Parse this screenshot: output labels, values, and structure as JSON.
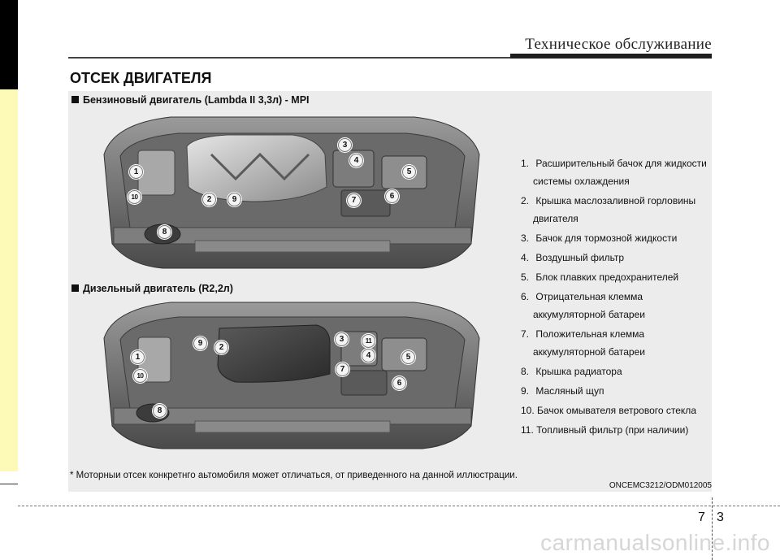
{
  "header": {
    "section_title": "Техническое обслуживание",
    "page_heading": "ОТСЕК ДВИГАТЕЛЯ"
  },
  "engines": [
    {
      "title": "Бензиновый двигатель (Lambda II 3,3л) - MPI",
      "callouts": [
        "1",
        "10",
        "2",
        "9",
        "3",
        "4",
        "5",
        "7",
        "6",
        "8"
      ]
    },
    {
      "title": "Дизельный двигатель (R2,2л)",
      "callouts": [
        "1",
        "10",
        "9",
        "2",
        "3",
        "11",
        "4",
        "5",
        "7",
        "6",
        "8"
      ]
    }
  ],
  "legend": [
    {
      "num": "1.",
      "text": "Расширительный бачок для жидкости системы охлаждения"
    },
    {
      "num": "2.",
      "text": "Крышка маслозаливной горловины двигателя"
    },
    {
      "num": "3.",
      "text": "Бачок для тормозной жидкости"
    },
    {
      "num": "4.",
      "text": "Воздушный фильтр"
    },
    {
      "num": "5.",
      "text": "Блок плавких предохранителей"
    },
    {
      "num": "6.",
      "text": "Отрицательная клемма аккумуляторной батареи"
    },
    {
      "num": "7.",
      "text": "Положительная клемма аккумуляторной батареи"
    },
    {
      "num": "8.",
      "text": "Крышка радиатора"
    },
    {
      "num": "9.",
      "text": "Масляный щуп"
    },
    {
      "num": "10.",
      "text": "Бачок омывателя ветрового стекла"
    },
    {
      "num": "11.",
      "text": "Топливный фильтр (при наличии)"
    }
  ],
  "footnote": "* Моторныи отсек конкретнго аьтомобиля может отличаться, от приведенного на данной иллюстрации.",
  "image_code": "ONCEMC3212/ODM012005",
  "page": {
    "chapter": "7",
    "number": "3"
  },
  "watermark": "carmanualsonline.info",
  "colors": {
    "panel_bg": "#ececec",
    "sidebar_yellow": "#fdfab8",
    "header_bar": "#1e1e1e"
  }
}
